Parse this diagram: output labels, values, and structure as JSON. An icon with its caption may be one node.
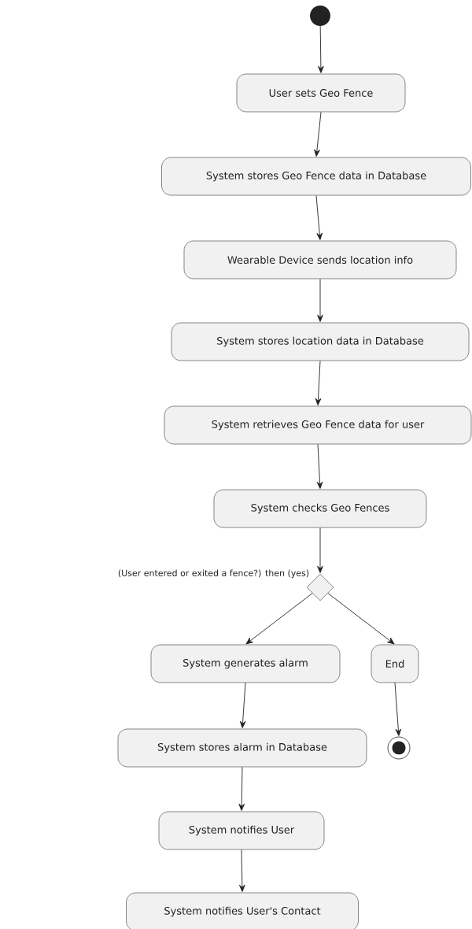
{
  "diagram": {
    "nodes": [
      {
        "text": [],
        "shape": "circle"
      },
      {
        "text": [
          "User sets Geo Fence"
        ]
      },
      {
        "text": [
          "System stores Geo Fence data in Database"
        ]
      },
      {
        "text": [
          "Wearable Device sends location info"
        ]
      },
      {
        "text": [
          "System stores location data in Database"
        ]
      },
      {
        "text": [
          "System retrieves Geo Fence data for user"
        ]
      },
      {
        "text": [
          "System checks Geo Fences"
        ]
      },
      {
        "text": [],
        "shape": "diamond",
        "beside": [
          "(User entered or exited a fence?) then (yes)"
        ]
      },
      {
        "text": [
          "System generates alarm"
        ]
      },
      {
        "text": [
          "End"
        ]
      },
      {
        "text": [],
        "shape": "circle"
      },
      {
        "text": [
          "System stores alarm in Database"
        ]
      },
      {
        "text": [
          "System notifies User"
        ]
      },
      {
        "text": [
          "System notifies User's Contact"
        ]
      }
    ],
    "edges": [
      {
        "from": 0,
        "to": 1,
        "arrow": "to"
      },
      {
        "from": 1,
        "to": 2,
        "arrow": "to"
      },
      {
        "from": 2,
        "to": 3,
        "arrow": "to"
      },
      {
        "from": 3,
        "to": 4,
        "arrow": "to"
      },
      {
        "from": 4,
        "to": 5,
        "arrow": "to"
      },
      {
        "from": 5,
        "to": 6,
        "arrow": "to"
      },
      {
        "from": 6,
        "to": 7,
        "arrow": "to"
      },
      {
        "from": 7,
        "to": 8,
        "arrow": "to"
      },
      {
        "from": 7,
        "to": 9,
        "arrow": "to"
      },
      {
        "from": 8,
        "to": 11,
        "arrow": "to"
      },
      {
        "from": 9,
        "to": 10,
        "arrow": "to"
      },
      {
        "from": 11,
        "to": 12,
        "arrow": "to"
      },
      {
        "from": 12,
        "to": 13,
        "arrow": "to"
      }
    ]
  }
}
